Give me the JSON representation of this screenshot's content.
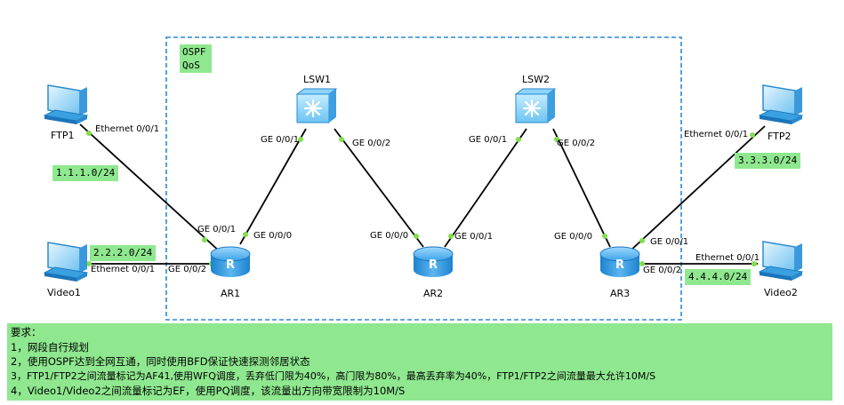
{
  "area": {
    "line1": "OSPF",
    "line2": "QoS",
    "border_color": "#2b88d8"
  },
  "nodes": {
    "ftp1": "FTP1",
    "video1": "Video1",
    "ftp2": "FTP2",
    "video2": "Video2",
    "lsw1": "LSW1",
    "lsw2": "LSW2",
    "ar1": "AR1",
    "ar2": "AR2",
    "ar3": "AR3"
  },
  "ports": {
    "ftp1_eth": "Ethernet 0/0/1",
    "video1_eth": "Ethernet 0/0/1",
    "ar1_ge001": "GE 0/0/1",
    "ar1_ge000": "GE 0/0/0",
    "ar1_ge002": "GE 0/0/2",
    "lsw1_ge001": "GE 0/0/1",
    "lsw1_ge002": "GE 0/0/2",
    "ar2_ge000": "GE 0/0/0",
    "ar2_ge001": "GE 0/0/1",
    "lsw2_ge001": "GE 0/0/1",
    "lsw2_ge002": "GE 0/0/2",
    "ar3_ge000": "GE 0/0/0",
    "ar3_ge001": "GE 0/0/1",
    "ar3_ge002": "GE 0/0/2",
    "ftp2_eth": "Ethernet 0/0/1",
    "video2_eth": "Ethernet 0/0/1"
  },
  "networks": {
    "ftp1": "1.1.1.0/24",
    "video1": "2.2.2.0/24",
    "ftp2": "3.3.3.0/24",
    "video2": "4.4.4.0/24"
  },
  "requirements": {
    "title": "要求：",
    "items": [
      "1，网段自行规划",
      "2，使用OSPF达到全网互通，同时使用BFD保证快速探测邻居状态",
      "3，FTP1/FTP2之间流量标记为AF41,使用WFQ调度，丢弃低门限为40%，高门限为80%，最高丢弃率为40%，FTP1/FTP2之间流量最大允许10M/S",
      "4，Video1/Video2之间流量标记为EF，使用PQ调度，该流量出方向带宽限制为10M/S"
    ]
  },
  "colors": {
    "tag_bg": "#8fe88f",
    "link_dot": "#7fe04a",
    "device_blue": "#1e8ad6"
  }
}
